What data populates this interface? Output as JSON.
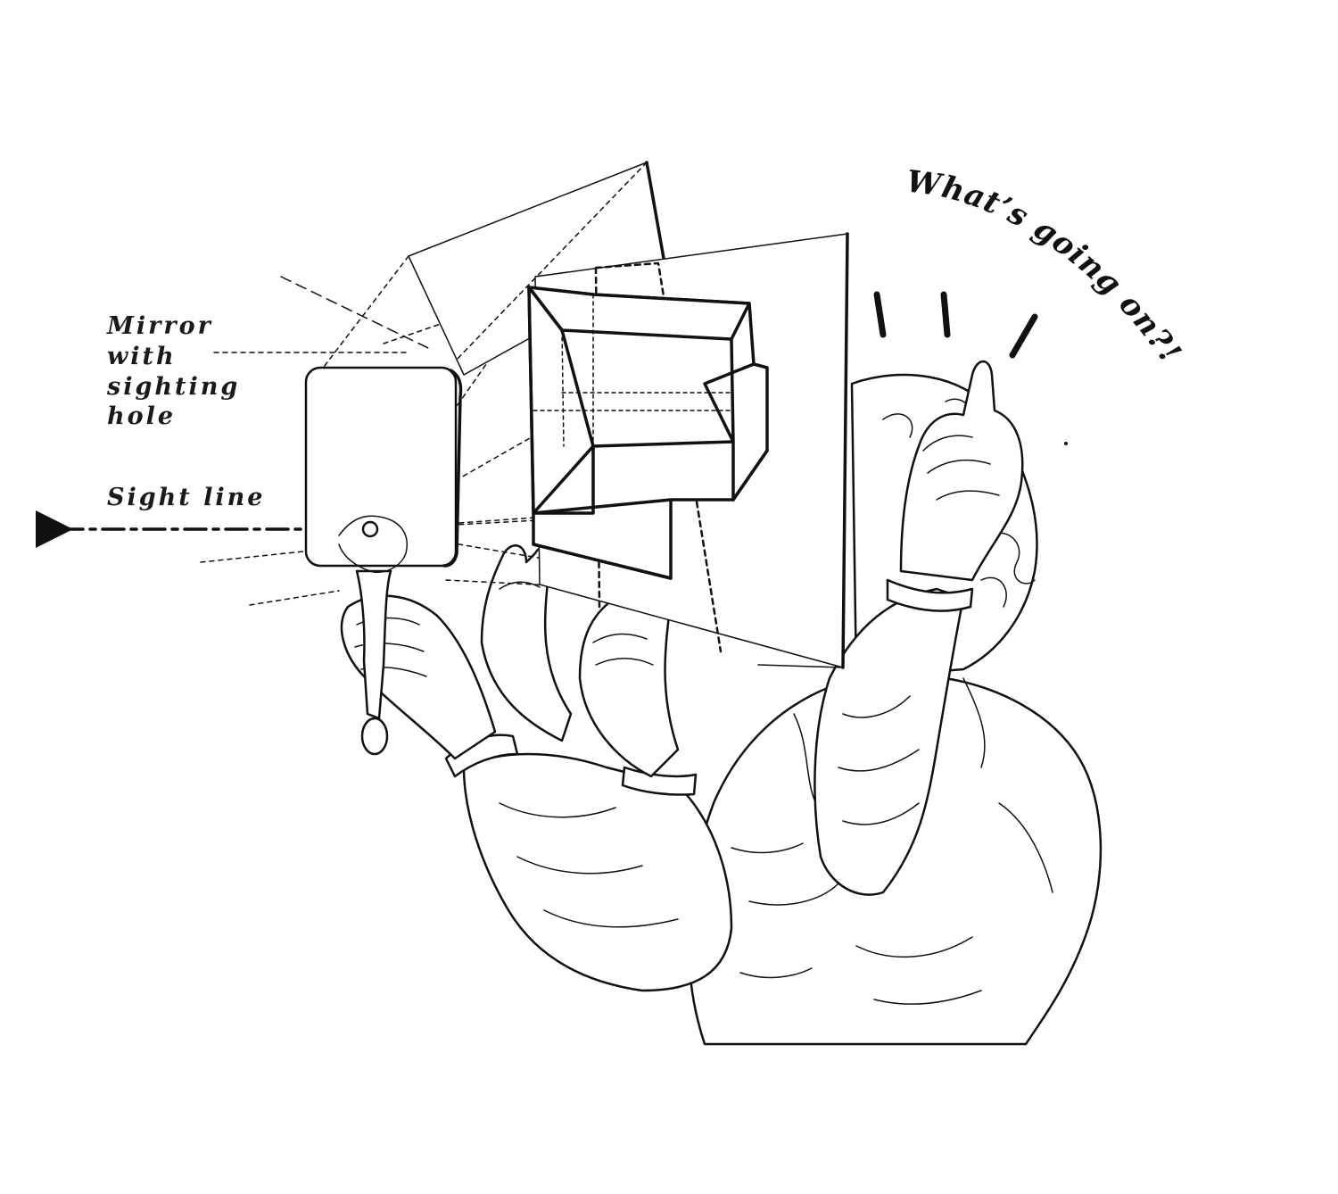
{
  "labels": {
    "mirror_line1": "Mirror",
    "mirror_line2": "with",
    "mirror_line3": "sighting",
    "mirror_line4": "hole",
    "sight_line": "Sight line"
  },
  "exclamation": "What’s going on?!",
  "colors": {
    "ink": "#111111",
    "paper": "#ffffff"
  }
}
